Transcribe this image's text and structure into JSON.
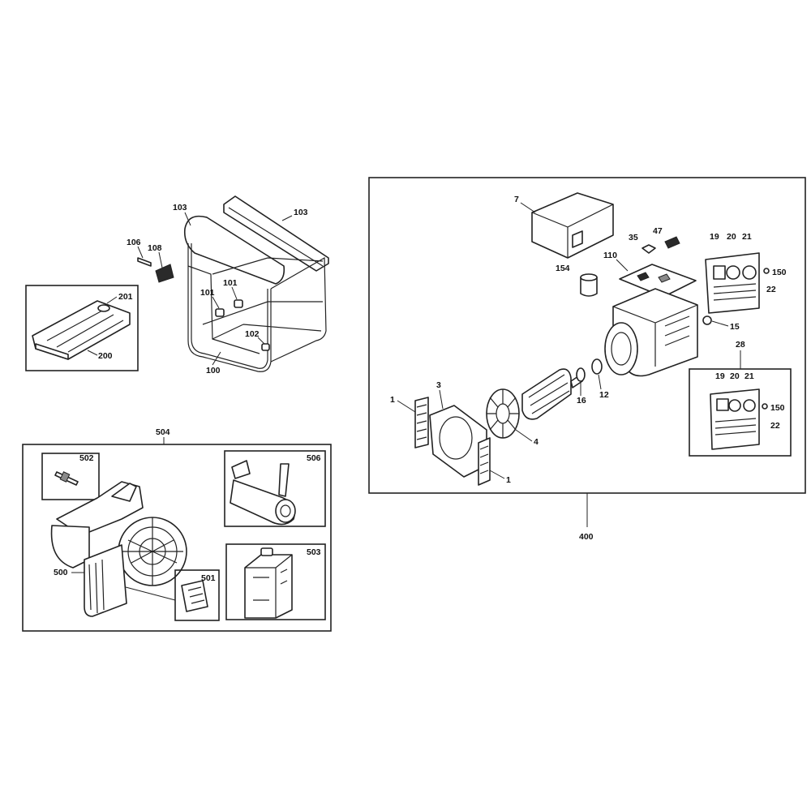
{
  "diagram": {
    "callouts": {
      "frame_cover_left": "103",
      "frame_cover_right": "103",
      "clip": "106",
      "bracket": "108",
      "foot_left": "101",
      "foot_right": "101",
      "mount": "102",
      "frame": "100",
      "tray_part": "201",
      "tray": "200",
      "engine_assembly": "504",
      "spark_plug": "502",
      "muffler": "506",
      "engine": "500",
      "air_filter": "501",
      "oil_bottle": "503",
      "alternator_assembly": "400",
      "cover": "7",
      "item_35": "35",
      "item_47": "47",
      "item_19a": "19",
      "item_20a": "20",
      "item_21a": "21",
      "item_150a": "150",
      "item_22a": "22",
      "item_154": "154",
      "item_110": "110",
      "item_15": "15",
      "panel_assembly": "28",
      "item_19b": "19",
      "item_20b": "20",
      "item_21b": "21",
      "item_150b": "150",
      "item_22b": "22",
      "grille_left": "1",
      "grille_right": "1",
      "end_bracket": "3",
      "fan": "4",
      "bearing": "16",
      "ring": "12"
    }
  }
}
